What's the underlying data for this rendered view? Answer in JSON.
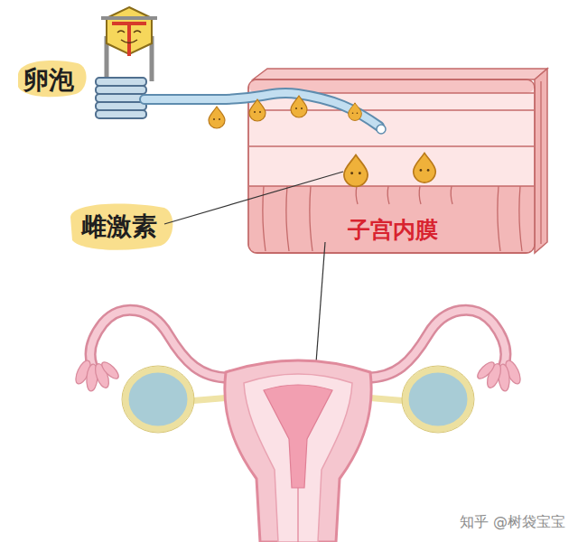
{
  "diagram": {
    "nodes": [
      {
        "text": [
          "子宫内膜"
        ]
      }
    ],
    "labels": [
      "卵泡",
      "雌激素",
      "知乎 @树袋宝宝"
    ]
  }
}
